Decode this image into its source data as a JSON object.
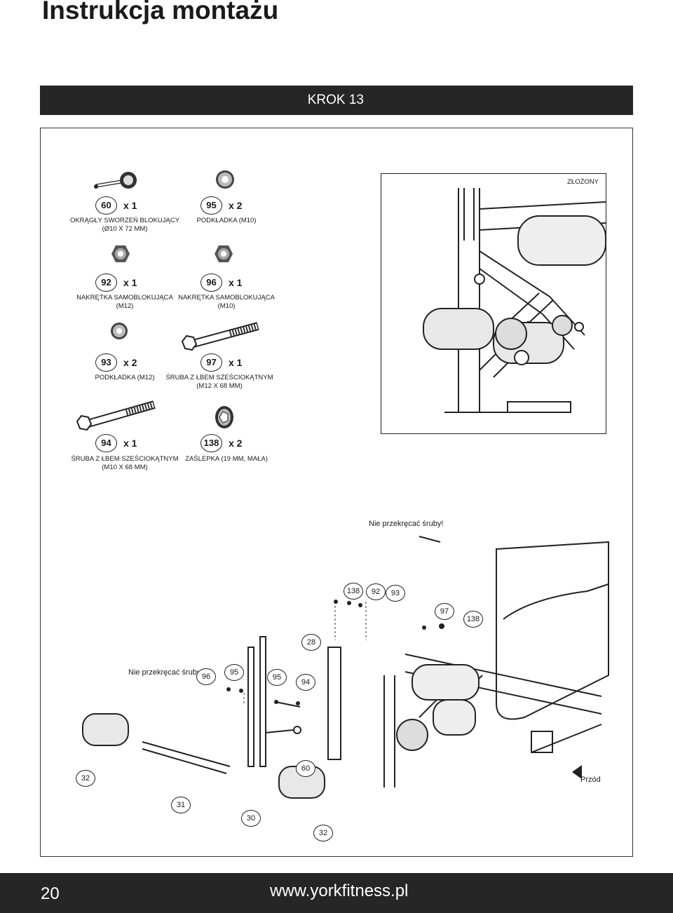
{
  "page_title": "Instrukcja montażu",
  "step_label": "KROK 13",
  "parts": [
    {
      "num": "60",
      "qty": "x 1",
      "desc": "OKRĄGŁY SWORZEŃ BLOKUJĄCY\n(Ø10 X 72 MM)",
      "icon": "locking-pin-icon"
    },
    {
      "num": "95",
      "qty": "x 2",
      "desc": "PODKŁADKA (M10)",
      "icon": "washer-icon"
    },
    {
      "num": "92",
      "qty": "x 1",
      "desc": "NAKRĘTKA SAMOBLOKUJĄCA\n(M12)",
      "icon": "lock-nut-icon"
    },
    {
      "num": "96",
      "qty": "x 1",
      "desc": "NAKRĘTKA SAMOBLOKUJĄCA\n(M10)",
      "icon": "lock-nut-icon"
    },
    {
      "num": "93",
      "qty": "x 2",
      "desc": "PODKŁADKA (M12)",
      "icon": "washer-icon"
    },
    {
      "num": "97",
      "qty": "x 1",
      "desc": "ŚRUBA Z ŁBEM SZEŚCIOKĄTNYM\n(M12 X 68 MM)",
      "icon": "hex-bolt-icon"
    },
    {
      "num": "94",
      "qty": "x 1",
      "desc": "ŚRUBA Z ŁBEM SZEŚCIOKĄTNYM\n(M10 X 68 MM)",
      "icon": "hex-bolt-icon"
    },
    {
      "num": "138",
      "qty": "x 2",
      "desc": "ZAŚLEPKA (19 MM, MAŁA)",
      "icon": "end-cap-icon"
    }
  ],
  "assembled_label": "ZŁOŻONY",
  "notes": [
    "Nie przekręcać śruby!",
    "Nie przekręcać śruby!"
  ],
  "callouts": [
    "138",
    "92",
    "93",
    "97",
    "138",
    "28",
    "96",
    "95",
    "95",
    "94",
    "60",
    "32",
    "31",
    "30",
    "32"
  ],
  "front_label": "Przód",
  "footer": {
    "page_number": "20",
    "url": "www.yorkfitness.pl"
  },
  "colors": {
    "bar": "#262626",
    "text": "#1a1a1a",
    "background": "#ffffff"
  }
}
